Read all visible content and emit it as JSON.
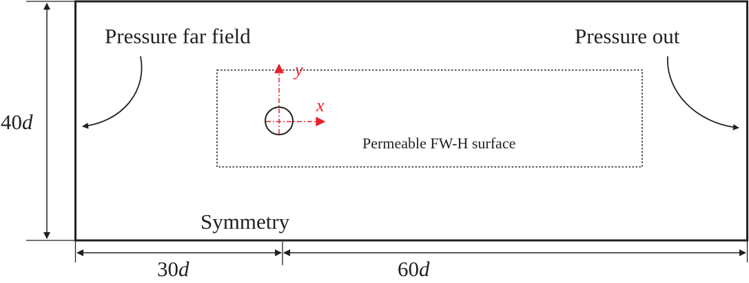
{
  "labels": {
    "left_boundary": "Pressure far field",
    "right_boundary": "Pressure out",
    "bottom_boundary": "Symmetry",
    "fwh_surface": "Permeable FW-H surface"
  },
  "axes": {
    "x": "x",
    "y": "y"
  },
  "dimensions": {
    "height": {
      "value": "40",
      "unit": "d"
    },
    "upstream": {
      "value": "30",
      "unit": "d"
    },
    "downstream": {
      "value": "60",
      "unit": "d"
    }
  },
  "colors": {
    "line": "#231f20",
    "axis": "#e8202a"
  }
}
